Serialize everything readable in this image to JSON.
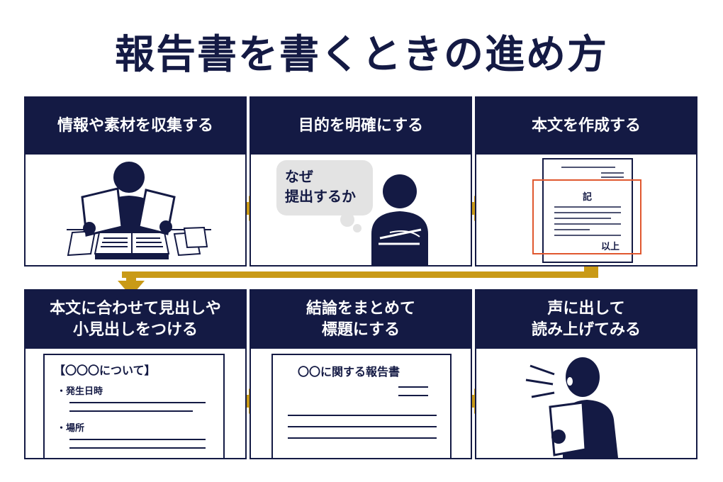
{
  "title": "報告書を書くときの進め方",
  "steps": [
    {
      "label_lines": [
        "情報や素材を収集する"
      ]
    },
    {
      "label_lines": [
        "目的を明確にする"
      ],
      "bubble_lines": [
        "なぜ",
        "提出するか"
      ]
    },
    {
      "label_lines": [
        "本文を作成する"
      ],
      "doc_heading": "記",
      "doc_footer": "以上"
    },
    {
      "label_lines": [
        "本文に合わせて見出しや",
        "小見出しをつける"
      ],
      "doc_heading": "【〇〇〇について】",
      "bullets": [
        "・発生日時",
        "・場所"
      ]
    },
    {
      "label_lines": [
        "結論をまとめて",
        "標題にする"
      ],
      "doc_heading": "〇〇に関する報告書"
    },
    {
      "label_lines": [
        "声に出して",
        "読み上げてみる"
      ]
    }
  ],
  "colors": {
    "navy": "#141a44",
    "gold": "#c99a17",
    "highlight": "#e0582f",
    "bubble": "#e3e3e3"
  }
}
